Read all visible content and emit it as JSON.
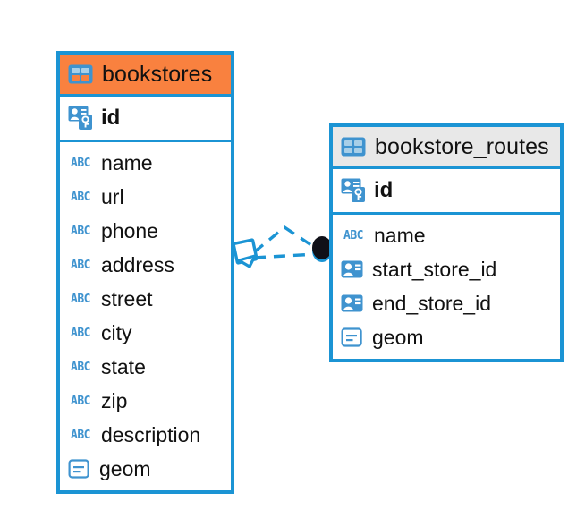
{
  "diagram": {
    "type": "entity-relationship-diagram",
    "background": "#ffffff",
    "accent_blue": "#1b94d4",
    "header_orange": "#f9813f",
    "header_gray": "#e8e8e8",
    "icon_blue": "#3f93cf"
  },
  "entities": [
    {
      "name": "bookstores",
      "header_style": "orange",
      "table_icon": "table-grid-icon",
      "primary_key": {
        "label": "id",
        "icon": "primary-key-icon"
      },
      "fields": [
        {
          "label": "name",
          "icon": "text-abc-icon"
        },
        {
          "label": "url",
          "icon": "text-abc-icon"
        },
        {
          "label": "phone",
          "icon": "text-abc-icon"
        },
        {
          "label": "address",
          "icon": "text-abc-icon"
        },
        {
          "label": "street",
          "icon": "text-abc-icon"
        },
        {
          "label": "city",
          "icon": "text-abc-icon"
        },
        {
          "label": "state",
          "icon": "text-abc-icon"
        },
        {
          "label": "zip",
          "icon": "text-abc-icon"
        },
        {
          "label": "description",
          "icon": "text-abc-icon"
        },
        {
          "label": "geom",
          "icon": "geometry-icon"
        }
      ]
    },
    {
      "name": "bookstore_routes",
      "header_style": "gray",
      "table_icon": "table-grid-icon",
      "primary_key": {
        "label": "id",
        "icon": "primary-key-icon"
      },
      "fields": [
        {
          "label": "name",
          "icon": "text-abc-icon"
        },
        {
          "label": "start_store_id",
          "icon": "foreign-key-icon"
        },
        {
          "label": "end_store_id",
          "icon": "foreign-key-icon"
        },
        {
          "label": "geom",
          "icon": "geometry-icon"
        }
      ]
    }
  ],
  "relationship": {
    "from_entity": "bookstores",
    "to_entity": "bookstore_routes",
    "line_style": "dashed",
    "line_color": "#1b94d4",
    "source_marker": "diamond-crowsfoot-marker",
    "target_marker": "filled-circle-marker",
    "target_marker_color": "#101018"
  }
}
